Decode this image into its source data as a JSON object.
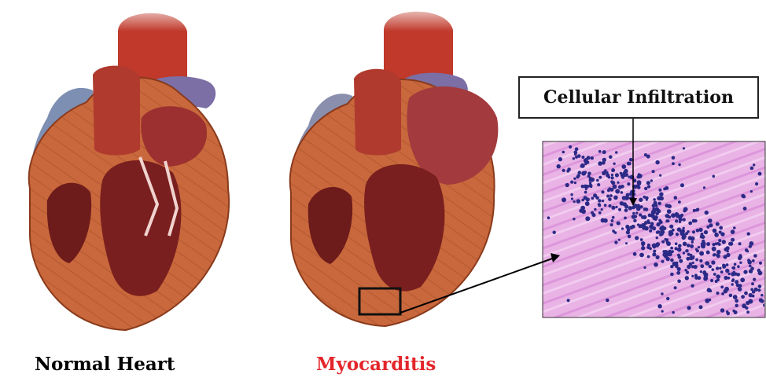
{
  "captions": {
    "normal": "Normal Heart",
    "myocarditis": "Myocarditis"
  },
  "callout": {
    "label": "Cellular Infiltration"
  },
  "colors": {
    "myocarditis_caption": "#e3262b",
    "myocardium": "#c8683c",
    "chamber": "#7a1f1f",
    "vessel_red": "#c0392b",
    "vessel_blue": "#7b6fa6",
    "histology_background": "#e9b3e6",
    "nuclei": "#2b2a86"
  }
}
